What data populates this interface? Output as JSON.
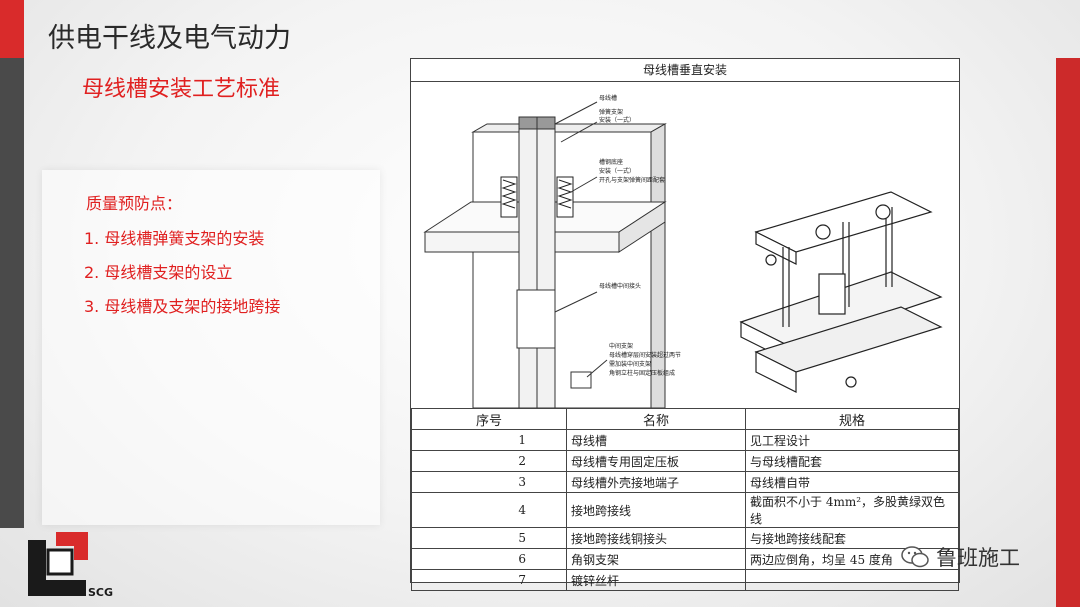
{
  "header": {
    "title": "供电干线及电气动力",
    "subtitle": "母线槽安装工艺标准"
  },
  "quality": {
    "heading": "质量预防点：",
    "items": [
      "1. 母线槽弹簧支架的安装",
      "2. 母线槽支架的设立",
      "3. 母线槽及支架的接地跨接"
    ]
  },
  "doc": {
    "title": "母线槽垂直安装",
    "callouts": [
      "母线槽",
      "弹簧支架",
      "安装（一式）",
      "槽钢底座",
      "安装（一式）",
      "开孔与支架弹簧间距配套",
      "母线槽中间接头",
      "中间支架",
      "母线槽穿层间安装超过两节",
      "需加装中间支架",
      "角钢立柱与固定压板组成"
    ],
    "table": {
      "headers": [
        "序号",
        "名称",
        "规格"
      ],
      "rows": [
        [
          "1",
          "母线槽",
          "见工程设计"
        ],
        [
          "2",
          "母线槽专用固定压板",
          "与母线槽配套"
        ],
        [
          "3",
          "母线槽外壳接地端子",
          "母线槽自带"
        ],
        [
          "4",
          "接地跨接线",
          "截面积不小于 4mm²，多股黄绿双色线"
        ],
        [
          "5",
          "接地跨接线铜接头",
          "与接地跨接线配套"
        ],
        [
          "6",
          "角钢支架",
          "两边应倒角，均呈 45 度角"
        ],
        [
          "7",
          "镀锌丝杆",
          ""
        ]
      ]
    }
  },
  "logo": {
    "text": "SCG"
  },
  "watermark": {
    "text": "鲁班施工",
    "icon": "wechat-icon"
  },
  "colors": {
    "accent_red": "#e02020",
    "bar_grey": "#4a4a4a"
  }
}
